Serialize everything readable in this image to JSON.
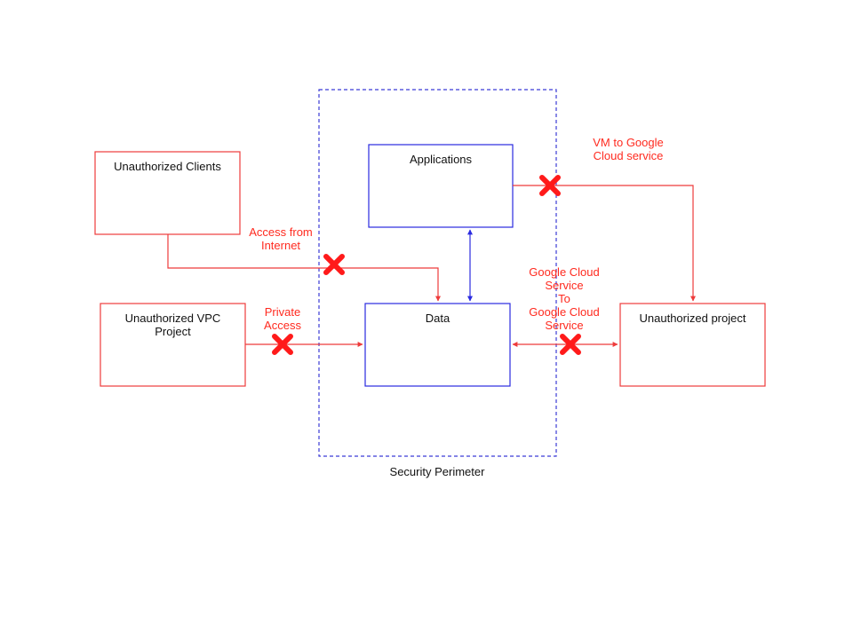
{
  "colors": {
    "perimeter": "#3b3bd6",
    "inside_box": "#2a2ae0",
    "outside_box": "#ee3b3b",
    "blocked_flow": "#ee3b3b",
    "blocked_mark": "#ff1a1a",
    "label_red": "#ff2a1f",
    "text": "#111111"
  },
  "perimeter": {
    "label": "Security Perimeter"
  },
  "nodes": {
    "unauthorized_clients": "Unauthorized Clients",
    "unauthorized_vpc_project": "Unauthorized  VPC\nProject",
    "applications": "Applications",
    "data": "Data",
    "unauthorized_project": "Unauthorized project"
  },
  "flows": {
    "access_from_internet": "Access from\nInternet",
    "private_access": "Private\nAccess",
    "vm_to_google_cloud_service": "VM to Google\nCloud service",
    "google_cloud_service_to_google_cloud_service": "Google Cloud\nService\nTo\nGoogle Cloud\nService"
  },
  "icons": {
    "blocked": "x-mark-icon"
  }
}
